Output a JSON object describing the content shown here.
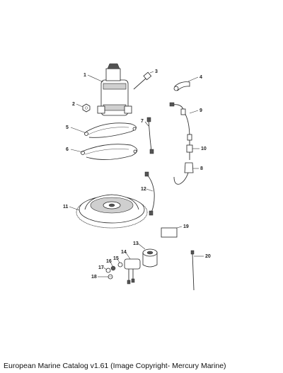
{
  "footer": {
    "caption": "European Marine Catalog v1.61 (Image Copyright- Mercury Marine)"
  },
  "callouts": [
    "1",
    "2",
    "3",
    "4",
    "5",
    "6",
    "7",
    "8",
    "9",
    "10",
    "11",
    "12",
    "13",
    "14",
    "15",
    "16",
    "17",
    "18",
    "19",
    "20"
  ]
}
